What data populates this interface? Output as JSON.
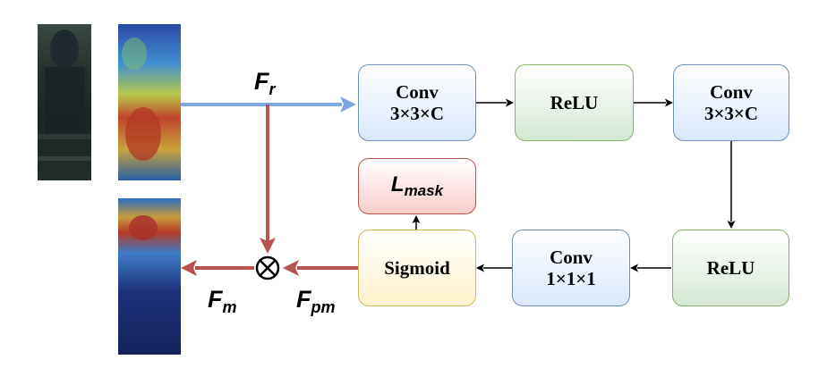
{
  "nodes": {
    "conv1": {
      "line1": "Conv",
      "line2": "3×3×C"
    },
    "relu1": {
      "line1": "ReLU"
    },
    "conv2": {
      "line1": "Conv",
      "line2": "3×3×C"
    },
    "relu2": {
      "line1": "ReLU"
    },
    "conv3": {
      "line1": "Conv",
      "line2": "1×1×1"
    },
    "sigmoid": {
      "line1": "Sigmoid"
    },
    "lmask": {
      "base": "L",
      "sub": "mask"
    }
  },
  "labels": {
    "fr": {
      "base": "F",
      "sub": "r"
    },
    "fm": {
      "base": "F",
      "sub": "m"
    },
    "fpm": {
      "base": "F",
      "sub": "pm"
    }
  },
  "operator": "⊗",
  "colors": {
    "input_arrow": "#7ea6e0",
    "mask_arrows": "#b85450",
    "black_arrows": "#000000"
  }
}
